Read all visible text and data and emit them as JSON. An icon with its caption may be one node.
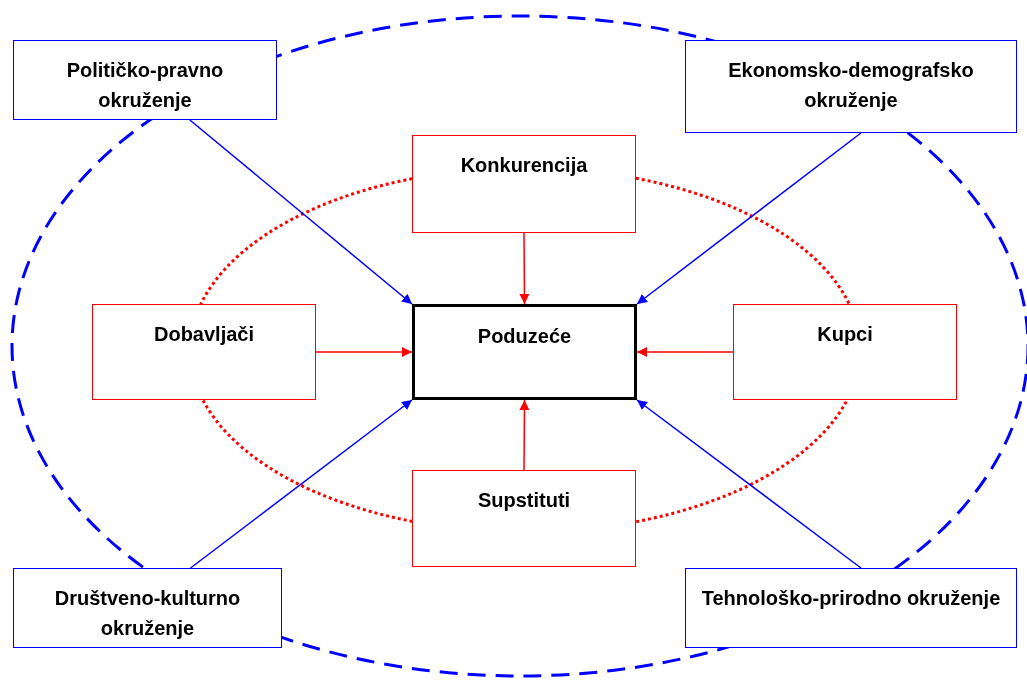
{
  "diagram": {
    "nodes": [
      {
        "text": [
          "Političko-pravno okruženje"
        ]
      },
      {
        "text": [
          "Ekonomsko-demografsko okruženje"
        ]
      },
      {
        "text": [
          "Konkurencija"
        ]
      },
      {
        "text": [
          "Dobavljači"
        ]
      },
      {
        "text": [
          "Poduzeće"
        ]
      },
      {
        "text": [
          "Kupci"
        ]
      },
      {
        "text": [
          "Supstituti"
        ]
      },
      {
        "text": [
          "Društveno-kulturno okruženje"
        ]
      },
      {
        "text": [
          "Tehnološko-prirodno okruženje"
        ]
      }
    ],
    "edges": [
      {
        "from": 0,
        "to": 4,
        "arrow": "to",
        "color": "#0000ff"
      },
      {
        "from": 1,
        "to": 4,
        "arrow": "to",
        "color": "#0000ff"
      },
      {
        "from": 2,
        "to": 4,
        "arrow": "to",
        "color": "#ff0000"
      },
      {
        "from": 3,
        "to": 4,
        "arrow": "to",
        "color": "#ff0000"
      },
      {
        "from": 5,
        "to": 4,
        "arrow": "to",
        "color": "#ff0000"
      },
      {
        "from": 6,
        "to": 4,
        "arrow": "to",
        "color": "#ff0000"
      },
      {
        "from": 7,
        "to": 4,
        "arrow": "to",
        "color": "#0000ff"
      },
      {
        "from": 8,
        "to": 4,
        "arrow": "to",
        "color": "#0000ff"
      }
    ]
  }
}
